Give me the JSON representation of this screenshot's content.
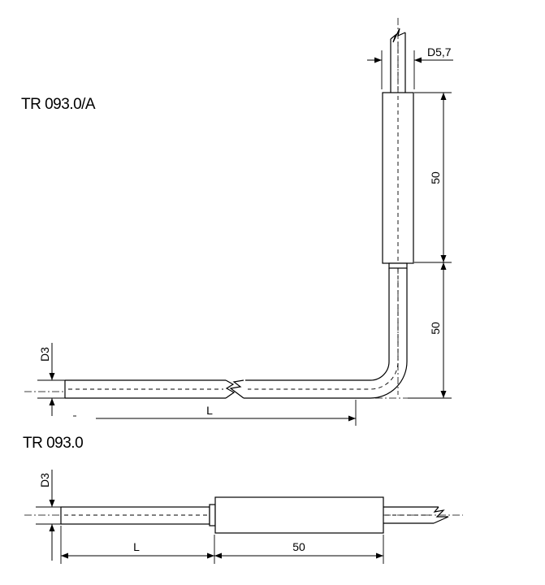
{
  "titles": {
    "top": "TR 093.0/A",
    "bottom": "TR 093.0"
  },
  "dimensions": {
    "top_diameter": "D5,7",
    "top_sleeve_length": "50",
    "top_bend_length": "50",
    "top_tube_diameter": "D3",
    "top_tube_length": "L",
    "bottom_tube_diameter": "D3",
    "bottom_tube_length": "L",
    "bottom_sleeve_length": "50"
  }
}
